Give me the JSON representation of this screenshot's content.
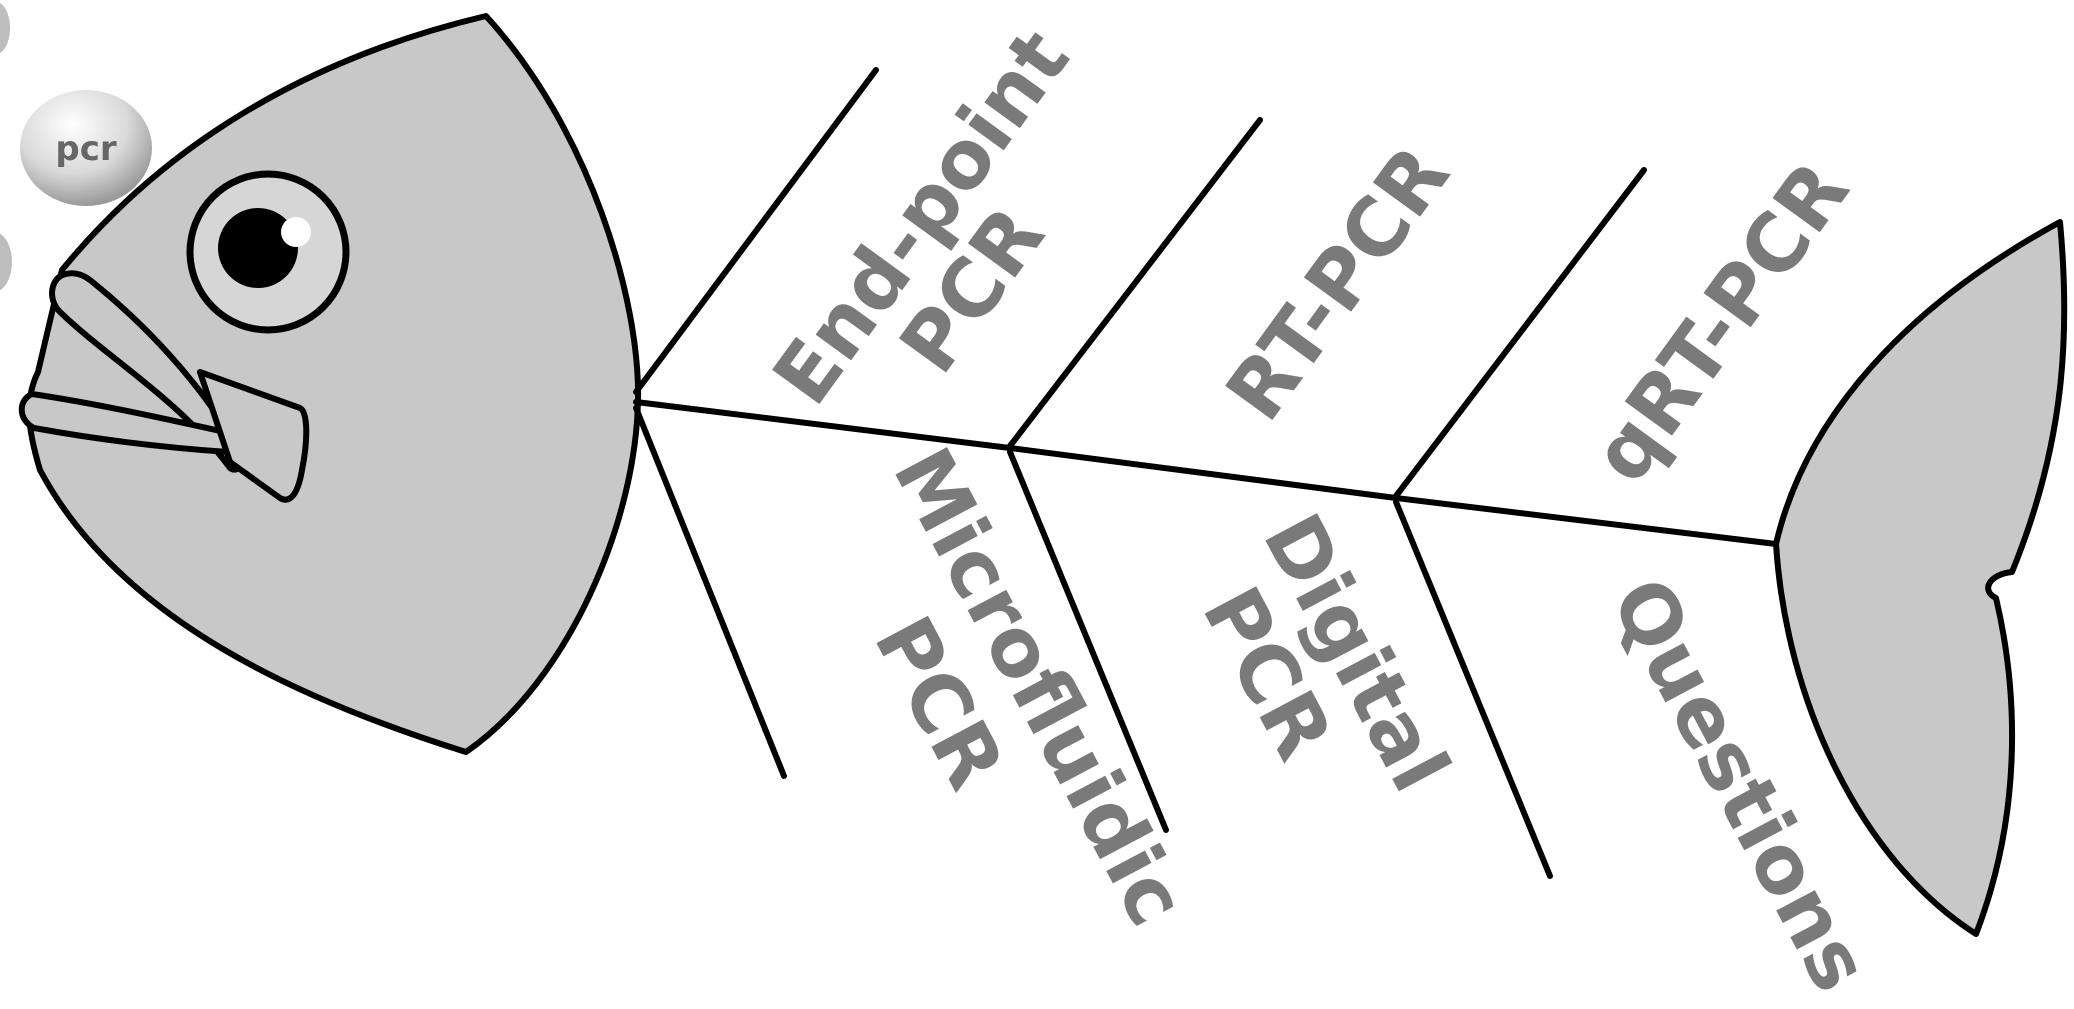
{
  "badge": {
    "text": "pcr"
  },
  "branches": {
    "top": [
      {
        "line1": "End-point",
        "line2": "PCR"
      },
      {
        "line1": "RT-PCR"
      },
      {
        "line1": "qRT-PCR"
      }
    ],
    "bottom": [
      {
        "line1": "Microfluidic",
        "line2": "PCR"
      },
      {
        "line1": "Digital",
        "line2": "PCR"
      },
      {
        "line1": "Questions"
      }
    ]
  },
  "colors": {
    "body_fill": "#c8c8c8",
    "label_text": "#7a7a7a",
    "outline": "#000000"
  }
}
